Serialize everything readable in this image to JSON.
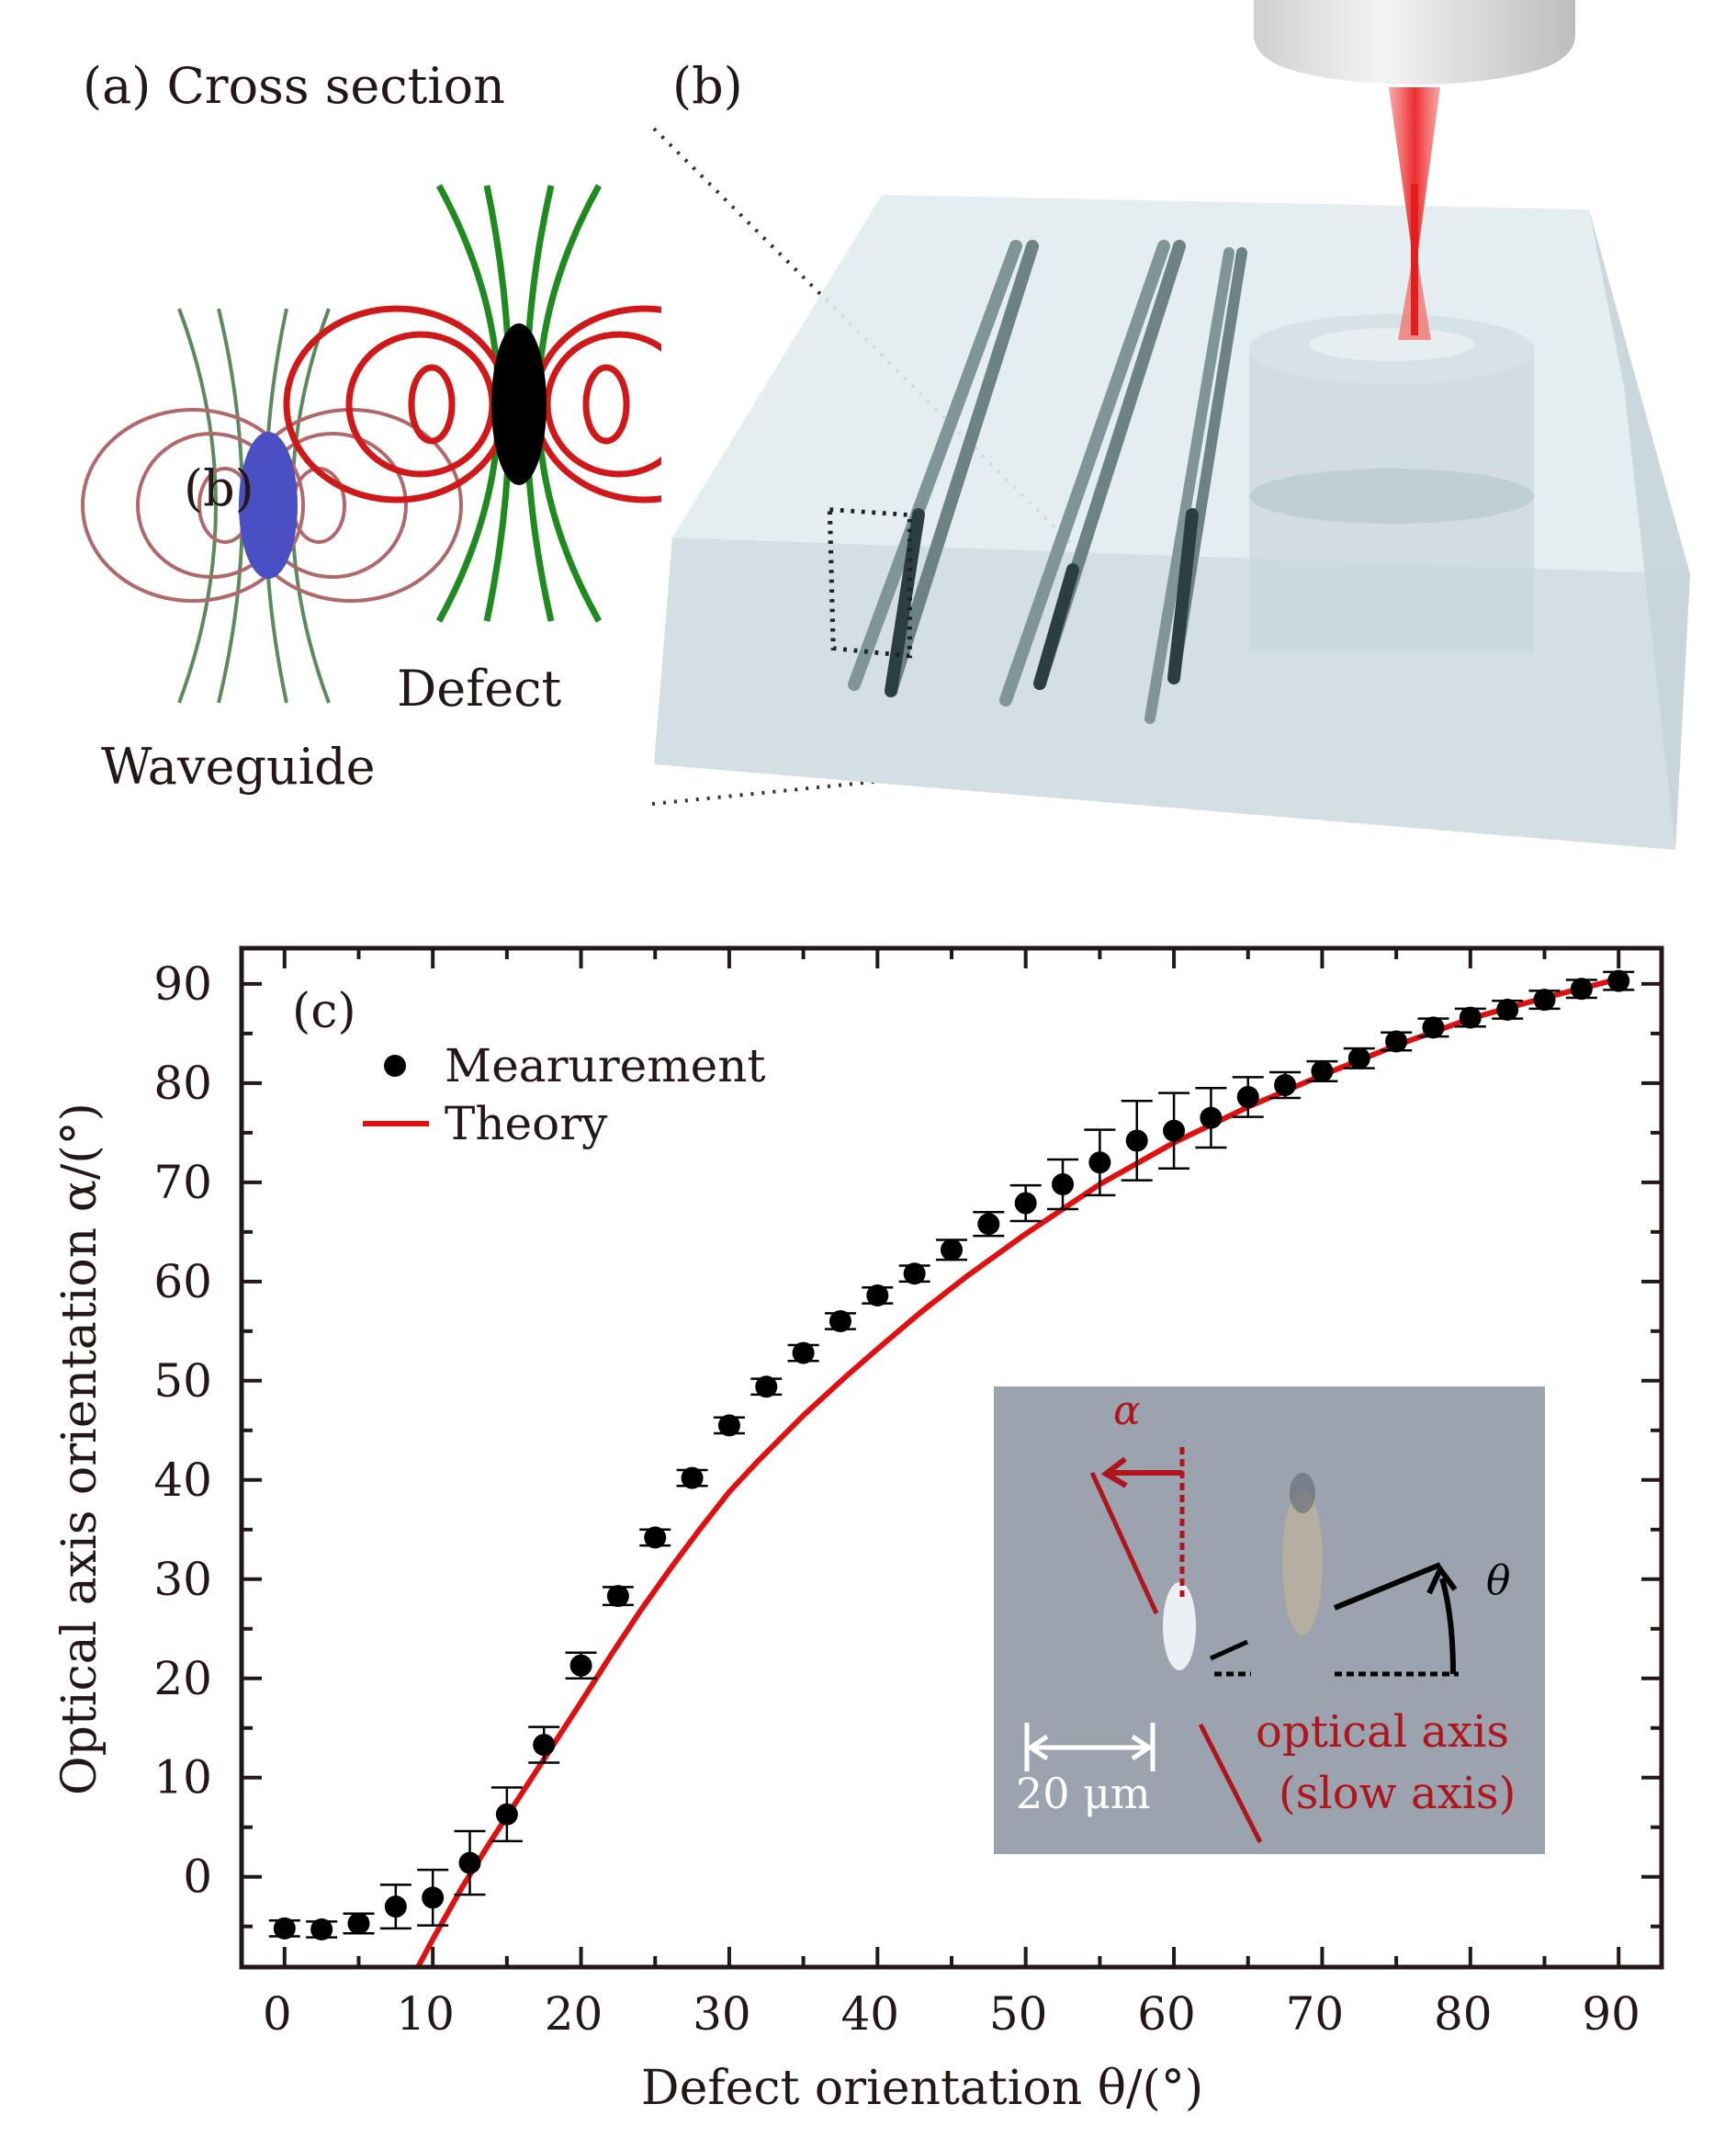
{
  "panel_a": {
    "label": "(a) Cross section",
    "overlay_label": "(b)",
    "waveguide_label": "Waveguide",
    "defect_label": "Defect",
    "colors": {
      "waveguide_core": "#4a4fc4",
      "waveguide_field_lines": "#5c8a5c",
      "waveguide_loops": "#b0686a",
      "defect_core": "#000000",
      "defect_field_lines": "#1f8a1f",
      "defect_loops": "#d01818"
    }
  },
  "panel_b": {
    "label": "(b)",
    "colors": {
      "glass": "#d9e6ea",
      "waveguide_tracks": "#6f8a8e",
      "laser": "#f05050",
      "objective": "#e2e2e2"
    }
  },
  "chart_data": {
    "type": "scatter",
    "panel_label": "(c)",
    "xlabel": "Defect orientation θ/(°)",
    "ylabel": "Optical axis orientation α/(°)",
    "xlim": [
      -2.9,
      92.9
    ],
    "ylim": [
      -9.1,
      93.6
    ],
    "x_ticks": [
      0,
      10,
      20,
      30,
      40,
      50,
      60,
      70,
      80,
      90
    ],
    "y_ticks": [
      0,
      10,
      20,
      30,
      40,
      50,
      60,
      70,
      80,
      90
    ],
    "x_minor_step": 5,
    "y_minor_step": 5,
    "grid": false,
    "legend": {
      "position": "top-left",
      "entries": [
        {
          "label": "Mearurement",
          "marker": "circle",
          "color": "#000000"
        },
        {
          "label": "Theory",
          "marker": "line",
          "color": "#e01010"
        }
      ]
    },
    "series": [
      {
        "name": "Mearurement",
        "type": "scatter",
        "color": "#000000",
        "x": [
          0,
          2.5,
          5,
          7.5,
          10,
          12.5,
          15,
          17.5,
          20,
          22.5,
          25,
          27.5,
          30,
          32.5,
          35,
          37.5,
          40,
          42.5,
          45,
          47.5,
          50,
          52.5,
          55,
          57.5,
          60,
          62.5,
          65,
          67.5,
          70,
          72.5,
          75,
          77.5,
          80,
          82.5,
          85,
          87.5,
          90
        ],
        "y": [
          -5.2,
          -5.3,
          -4.7,
          -3.0,
          -2.1,
          1.4,
          6.3,
          13.3,
          21.3,
          28.3,
          34.2,
          40.2,
          45.5,
          49.4,
          52.8,
          56.0,
          58.6,
          60.8,
          63.2,
          65.8,
          67.9,
          69.8,
          72.0,
          74.2,
          75.2,
          76.5,
          78.6,
          79.8,
          81.2,
          82.5,
          84.2,
          85.6,
          86.6,
          87.4,
          88.4,
          89.5,
          90.3
        ],
        "error": [
          0.8,
          0.8,
          1.0,
          2.2,
          2.8,
          3.2,
          2.7,
          1.8,
          1.3,
          0.9,
          0.8,
          0.8,
          0.8,
          0.8,
          0.8,
          0.8,
          0.8,
          0.8,
          1.0,
          1.2,
          1.8,
          2.5,
          3.3,
          4.0,
          3.8,
          3.0,
          2.0,
          1.3,
          1.0,
          1.0,
          0.9,
          0.9,
          0.9,
          0.9,
          0.9,
          0.9,
          0.9
        ]
      },
      {
        "name": "Theory",
        "type": "line",
        "color": "#e01010",
        "x": [
          9,
          10,
          12,
          14,
          16,
          18,
          20,
          22,
          24,
          26,
          28,
          30,
          32,
          35,
          38,
          40,
          43,
          46,
          50,
          55,
          60,
          65,
          70,
          75,
          80,
          85,
          90
        ],
        "y": [
          -9.1,
          -6.3,
          -1.0,
          3.8,
          8.4,
          13.0,
          17.6,
          22.3,
          26.8,
          31.0,
          35.0,
          38.8,
          42.0,
          46.5,
          50.6,
          53.2,
          57.0,
          60.5,
          64.8,
          69.8,
          74.0,
          77.6,
          80.8,
          83.8,
          86.5,
          88.6,
          90.5
        ]
      }
    ],
    "inset": {
      "alpha_label": "α",
      "theta_label": "θ",
      "axis_label_line1": "optical axis",
      "axis_label_line2": "(slow axis)",
      "scale_label": "20 μm",
      "colors": {
        "background": "#9aa3ae",
        "annotation_red": "#b0141c",
        "annotation_black": "#000000",
        "scale_white": "#ffffff"
      }
    }
  }
}
